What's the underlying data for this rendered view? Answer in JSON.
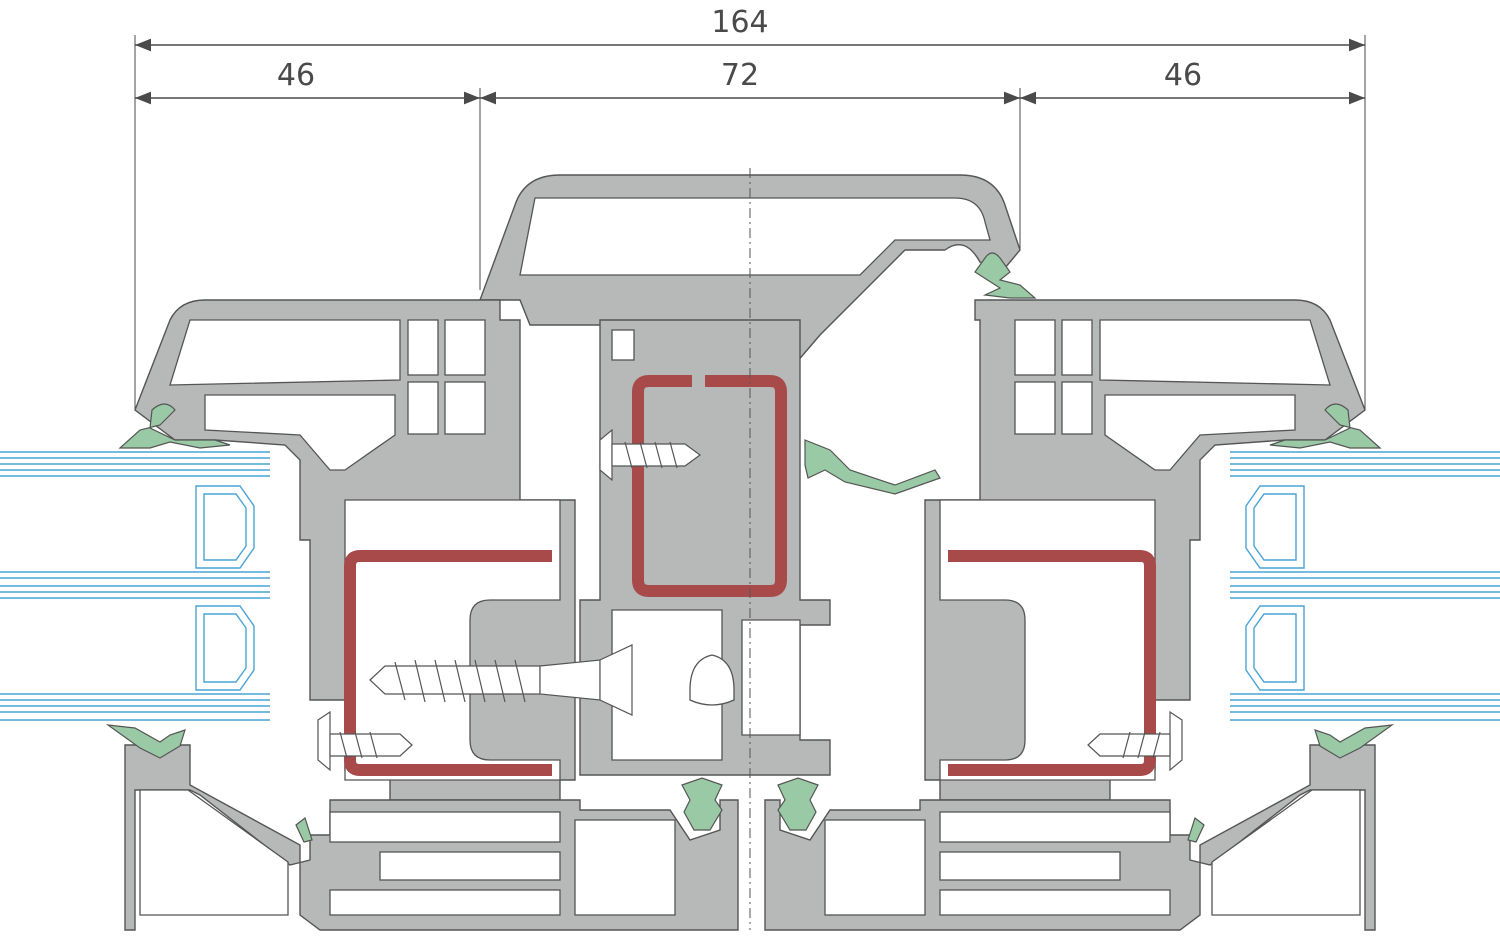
{
  "dimensions": {
    "total": "164",
    "left": "46",
    "middle": "72",
    "right": "46"
  },
  "colors": {
    "pvc": "#b7b8b8",
    "steel": "#a84a4a",
    "gasket": "#9ac9a5",
    "glass": "#4aa3d6"
  }
}
